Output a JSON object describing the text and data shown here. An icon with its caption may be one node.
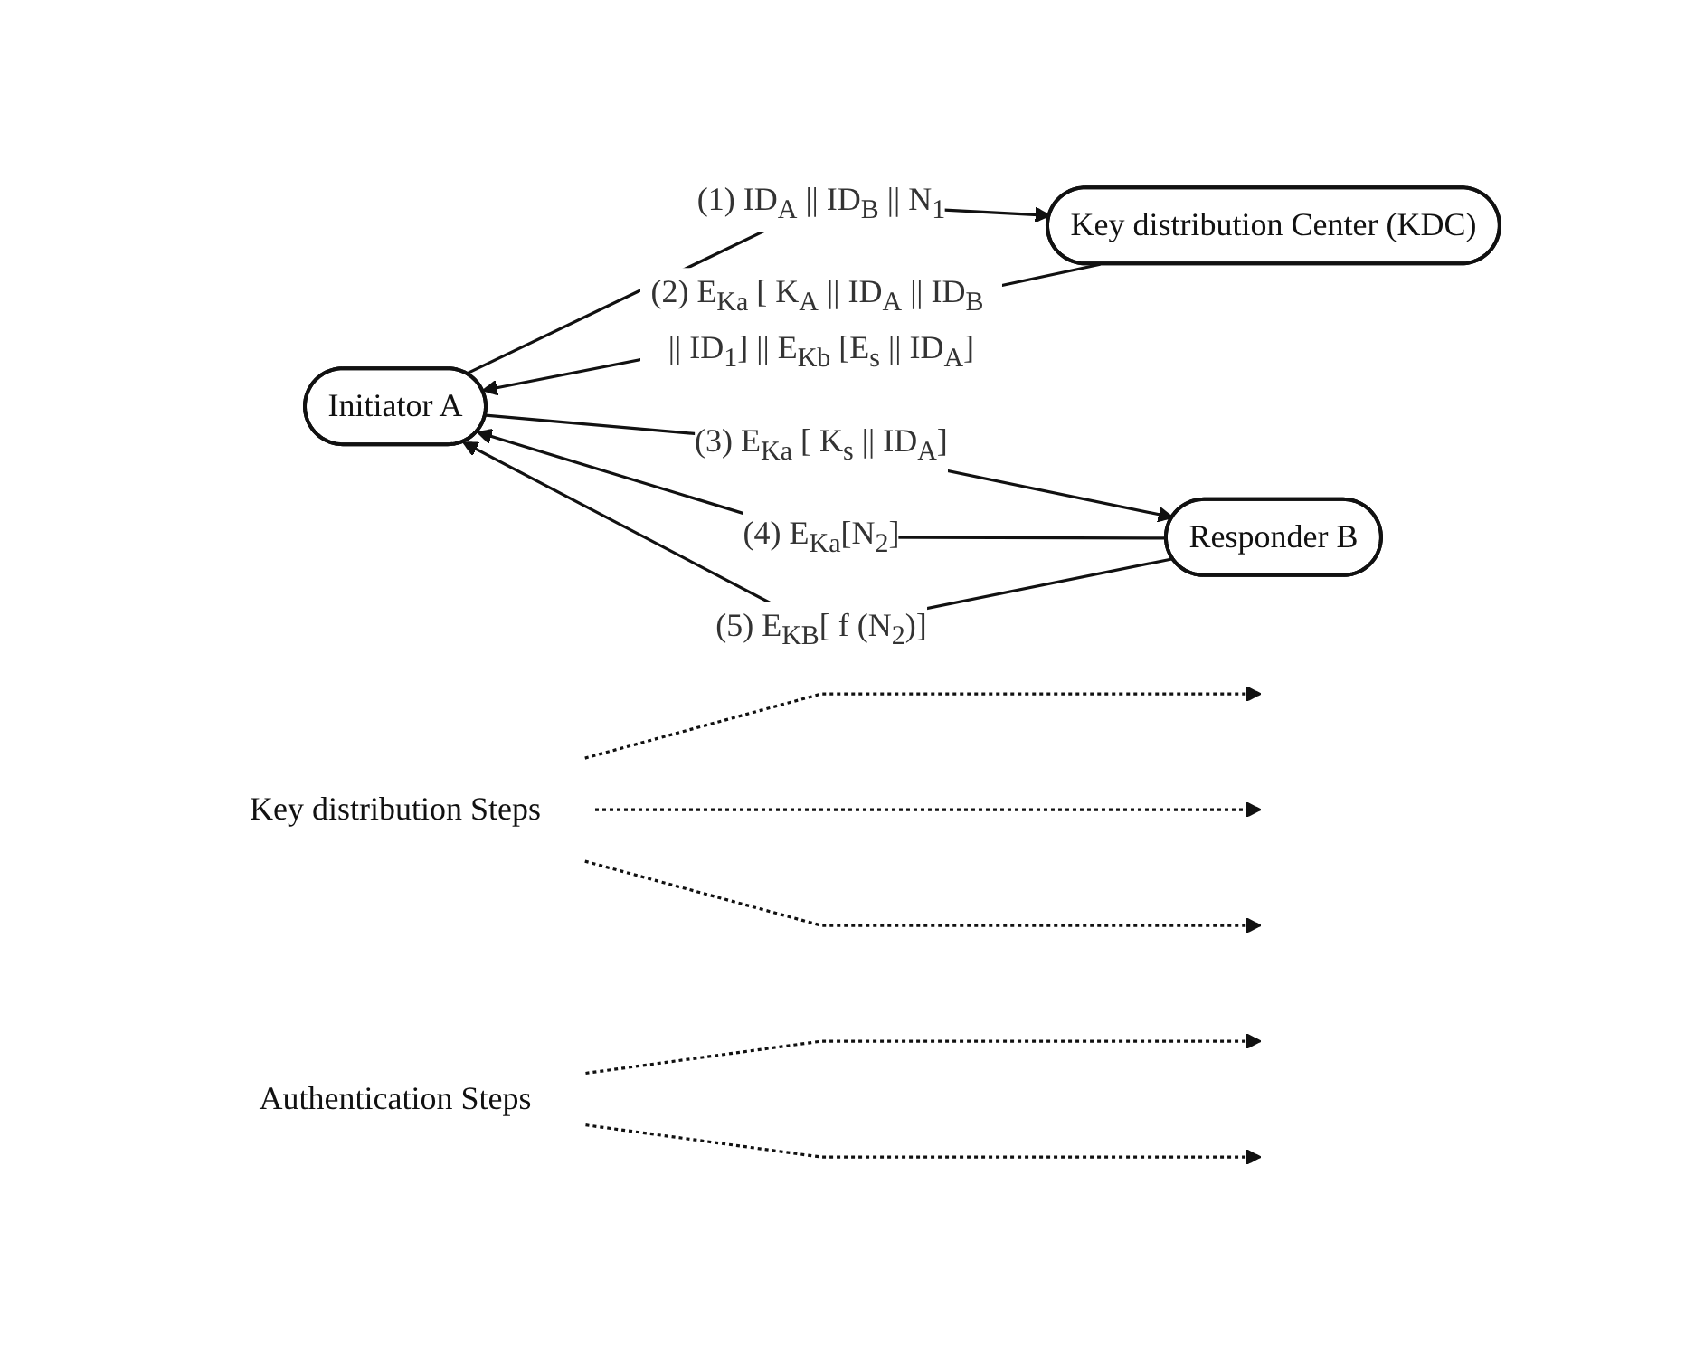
{
  "diagram": {
    "nodes": [
      {
        "text": [
          "Initiator A"
        ]
      },
      {
        "text": [
          "Key distribution Center (KDC)"
        ]
      },
      {
        "text": [
          "Responder B"
        ]
      },
      {
        "text": [
          "Key distribution Steps"
        ]
      },
      {
        "text": [
          "Authentication Steps"
        ]
      }
    ],
    "edges": [
      {
        "from": 0,
        "to": 1,
        "arrow": "to",
        "label": "(1) ID$_{A}$ || ID$_{B}$ || N$_{1}$"
      },
      {
        "from": 1,
        "to": 0,
        "arrow": "to",
        "label": "(2) E$_{Ka}$ [ K$_{A}$ || ID$_{A}$ || ID$_{B}$ || ID$_{1}$] || E$_{Kb}$ [E$_{s}$ || ID$_{A}$]"
      },
      {
        "from": 0,
        "to": 2,
        "arrow": "to",
        "label": "(3) E$_{Ka}$ [ K$_{s}$ || ID$_{A}$]"
      },
      {
        "from": 2,
        "to": 0,
        "arrow": "to",
        "label": "(4) E$_{Ka}$[N$_{2}$]"
      },
      {
        "from": 2,
        "to": 0,
        "arrow": "to",
        "label": "(5) E$_{KB}$[ f (N$_{2}$)]"
      },
      {
        "from": 3,
        "to": null,
        "arrow": "to",
        "style": "dashed"
      },
      {
        "from": 3,
        "to": null,
        "arrow": "to",
        "style": "dashed"
      },
      {
        "from": 3,
        "to": null,
        "arrow": "to",
        "style": "dashed"
      },
      {
        "from": 4,
        "to": null,
        "arrow": "to",
        "style": "dashed"
      },
      {
        "from": 4,
        "to": null,
        "arrow": "to",
        "style": "dashed"
      }
    ]
  }
}
